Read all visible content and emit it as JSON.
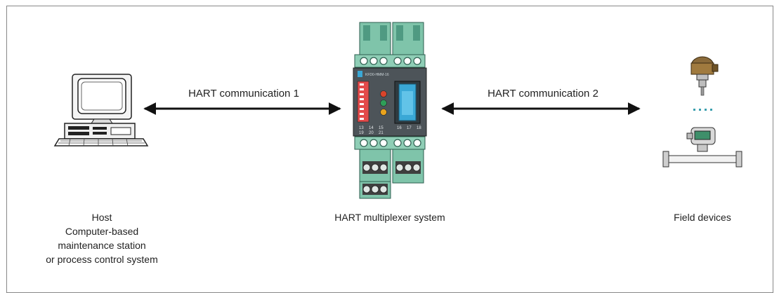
{
  "links": {
    "hart1": "HART communication 1",
    "hart2": "HART communication 2"
  },
  "nodes": {
    "host": {
      "line1": "Host",
      "line2": "Computer-based",
      "line3": "maintenance station",
      "line4": "or process control system"
    },
    "multiplexer": {
      "label": "HART multiplexer system",
      "device_text": "KFD0-HMM-16",
      "terminal_numbers_top": [
        "13",
        "14",
        "15",
        "16",
        "17",
        "18"
      ],
      "terminal_numbers_bottom": [
        "19",
        "20",
        "21"
      ]
    },
    "field": {
      "label": "Field devices"
    }
  },
  "colors": {
    "terminal_green": "#6fb8a0",
    "module_gray": "#4d5459",
    "display_blue": "#3aa8d6",
    "led_red": "#d9442b",
    "led_green": "#2e9e58",
    "led_yellow": "#e8a31d",
    "dip_red": "#e24a4a",
    "arrow": "#111111",
    "dots_teal": "#3a9fae"
  }
}
